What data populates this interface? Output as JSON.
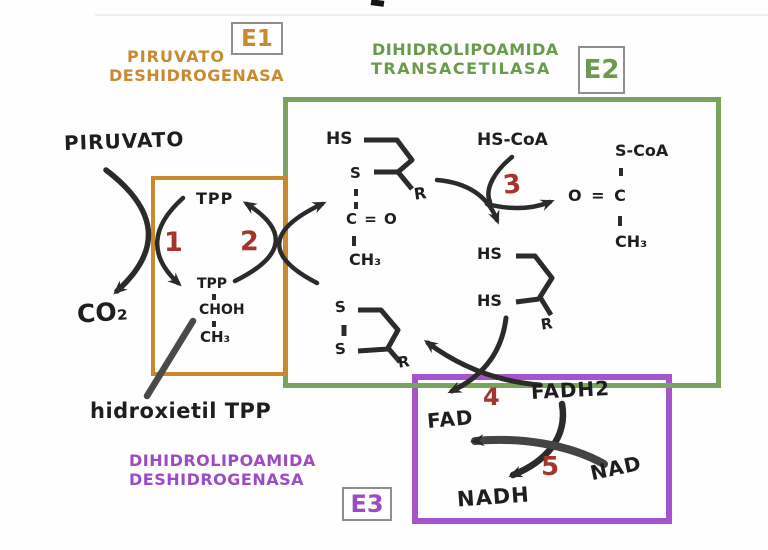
{
  "colors": {
    "orange": "#C9892F",
    "green": "#6B9A4E",
    "green_box": "#7AA45B",
    "purple": "#9C4BC4",
    "purple_box": "#A455CC",
    "step_red": "#A3352D",
    "ink": "#2B2B2B",
    "tag_box_border": "#8F8F8F"
  },
  "enzymes": {
    "e1": {
      "tag": "E1",
      "line1": "PIRUVATO",
      "line2": "DESHIDROGENASA"
    },
    "e2": {
      "tag": "E2",
      "line1": "DIHIDROLIPOAMIDA",
      "line2": "TRANSACETILASA"
    },
    "e3": {
      "tag": "E3",
      "line1": "DIHIDROLIPOAMIDA",
      "line2": "DESHIDROGENASA"
    }
  },
  "steps": {
    "n1": "1",
    "n2": "2",
    "n3": "3",
    "n4": "4",
    "n5": "5"
  },
  "molecules": {
    "piruvato": "PIRUVATO",
    "co2": "CO₂",
    "tpp": "TPP",
    "hetpp": {
      "l1": "TPP",
      "l2": "CHOH",
      "l3": "CH₃"
    },
    "hetpp_label": "hidroxietil TPP",
    "acetyl_lipoamide": {
      "hs": "HS",
      "s": "S",
      "co": "C = O",
      "ch3": "CH₃",
      "r": "R"
    },
    "hs_coa": "HS-CoA",
    "acetyl_coa": {
      "scoa": "S-CoA",
      "oc": "O = C",
      "ch3": "CH₃"
    },
    "dihydrolipoamide": {
      "hs1": "HS",
      "hs2": "HS",
      "r": "R"
    },
    "lipoamide": {
      "s1": "S",
      "s2": "S",
      "r": "R"
    },
    "fad": "FAD",
    "fadh2": "FADH2",
    "nad": "NAD",
    "nadh": "NADH"
  }
}
